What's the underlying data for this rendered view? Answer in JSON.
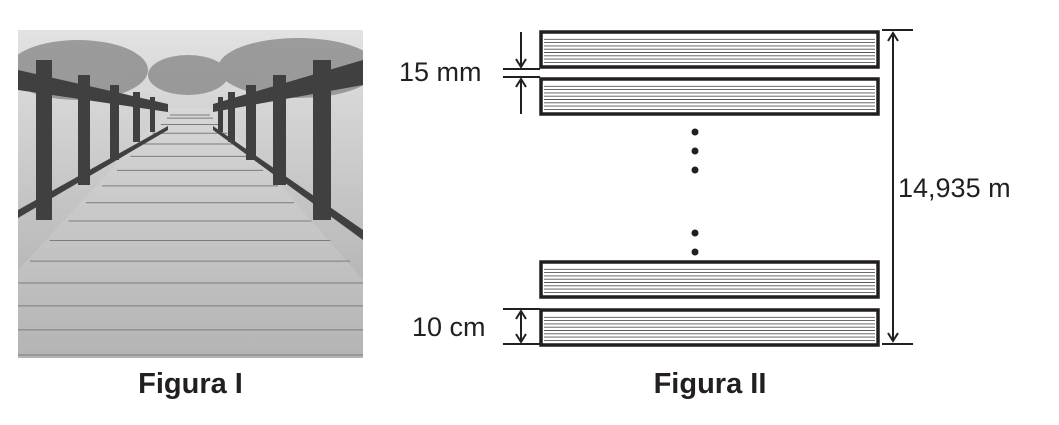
{
  "figure1": {
    "caption": "Figura I"
  },
  "figure2": {
    "caption": "Figura II",
    "gap_label": "15 mm",
    "plank_width_label": "10 cm",
    "total_length_label": "14,935 m"
  },
  "colors": {
    "ink": "#231f20",
    "photo_sky": "#cfcfcf",
    "photo_deck": "#bdbdbd",
    "railing": "#3f3f3f"
  }
}
